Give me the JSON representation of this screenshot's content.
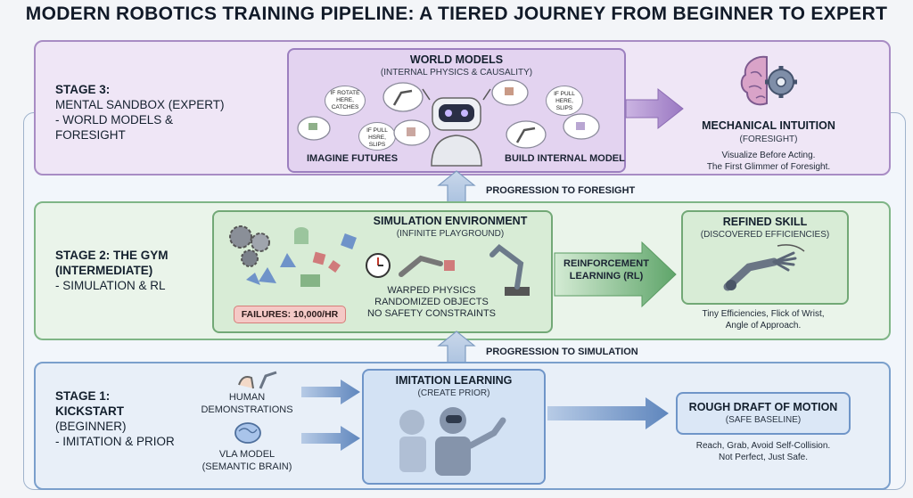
{
  "title": "MODERN ROBOTICS TRAINING PIPELINE: A TIERED JOURNEY FROM BEGINNER TO EXPERT",
  "stage3": {
    "heading": "STAGE 3:",
    "name": "MENTAL SANDBOX (EXPERT)",
    "desc1": "- WORLD MODELS &",
    "desc2": "FORESIGHT",
    "box_title": "WORLD MODELS",
    "box_sub": "(INTERNAL PHYSICS & CAUSALITY)",
    "bubble1": "IF ROTATE HERE, CATCHES",
    "bubble2": "IF PULL HSRE, SLIPS",
    "bubble3": "IF PULL HERE, SLIPS",
    "label_left": "IMAGINE FUTURES",
    "label_right": "BUILD INTERNAL MODEL",
    "out_title": "MECHANICAL INTUITION",
    "out_sub": "(FORESIGHT)",
    "out_note1": "Visualize Before Acting.",
    "out_note2": "The First Glimmer of Foresight."
  },
  "progress_up_3": "PROGRESSION TO FORESIGHT",
  "stage2": {
    "heading": "STAGE 2:",
    "heading2": "THE GYM",
    "name": "(INTERMEDIATE)",
    "desc": "- SIMULATION & RL",
    "box_title": "SIMULATION ENVIRONMENT",
    "box_sub": "(INFINITE PLAYGROUND)",
    "failures": "FAILURES: 10,000/HR",
    "list1": "WARPED PHYSICS",
    "list2": "RANDOMIZED OBJECTS",
    "list3": "NO SAFETY CONSTRAINTS",
    "arrow_label1": "REINFORCEMENT",
    "arrow_label2": "LEARNING (RL)",
    "out_title": "REFINED SKILL",
    "out_sub": "(DISCOVERED EFFICIENCIES)",
    "out_note1": "Tiny Efficiencies, Flick of Wrist,",
    "out_note2": "Angle of Approach."
  },
  "progress_up_2": "PROGRESSION TO SIMULATION",
  "stage1": {
    "heading": "STAGE 1:",
    "name": "KICKSTART",
    "level": "(BEGINNER)",
    "desc": "- IMITATION & PRIOR",
    "input1_line1": "HUMAN",
    "input1_line2": "DEMONSTRATIONS",
    "input2_line1": "VLA MODEL",
    "input2_line2": "(SEMANTIC BRAIN)",
    "box_title": "IMITATION LEARNING",
    "box_sub": "(CREATE PRIOR)",
    "out_title": "ROUGH DRAFT OF MOTION",
    "out_sub": "(SAFE BASELINE)",
    "out_note1": "Reach, Grab, Avoid Self-Collision.",
    "out_note2": "Not Perfect, Just Safe."
  },
  "colors": {
    "stage3": "#a88cc4",
    "stage2": "#7fb586",
    "stage1": "#7a9fcc",
    "failure": "#e89a9a"
  }
}
